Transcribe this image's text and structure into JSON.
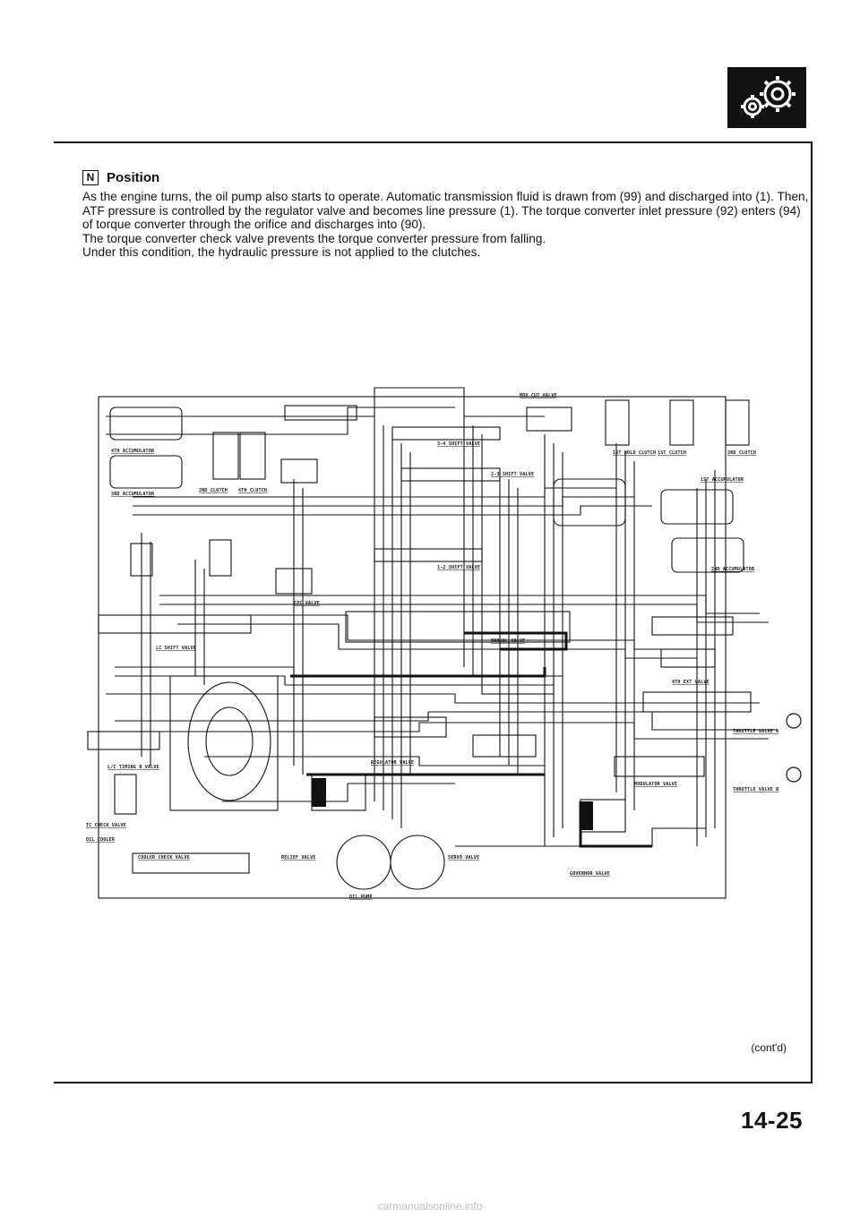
{
  "heading": {
    "mode_letter": "N",
    "title": "Position"
  },
  "paragraphs": [
    "As the engine turns, the oil pump also starts to operate. Automatic transmission fluid is drawn from (99) and discharged into (1). Then, ATF pressure is controlled by the regulator valve and becomes line pressure (1). The torque converter inlet pressure (92) enters (94) of torque converter through the orifice and discharges into (90).",
    "The torque converter check valve prevents the torque converter pressure from falling.",
    "Under this condition, the hydraulic pressure is not applied to the clutches."
  ],
  "diagram_labels": {
    "accum_4th": "4TH ACCUMULATOR",
    "accum_3rd": "3RD ACCUMULATOR",
    "clutch_2nd": "2ND CLUTCH",
    "clutch_4th": "4TH CLUTCH",
    "valve_cut": "MOV CUT VALVE",
    "valve_34": "3-4 SHIFT VALVE",
    "valve_23": "2-3 SHIFT VALVE",
    "valve_12": "1-2 SHIFT VALVE",
    "hold_clutch": "1ST HOLD CLUTCH",
    "clutch_1st": "1ST CLUTCH",
    "clutch_3rd": "3RD CLUTCH",
    "accum_1st": "1ST ACCUMULATOR",
    "accum_2nd": "2ND ACCUMULATOR",
    "cpc_valve": "CPC VALVE",
    "manual_valve": "MANUAL VALVE",
    "ext_valve": "4TH EXT VALVE",
    "throttle_a": "THROTTLE VALVE A",
    "throttle_b": "THROTTLE VALVE B",
    "modulator": "MODULATOR VALVE",
    "regulator": "REGULATOR VALVE",
    "relief": "RELIEF VALVE",
    "oil_pump": "OIL PUMP",
    "servo": "SERVO VALVE",
    "governor": "GOVERNOR VALVE",
    "lc_timing": "L/C TIMING B VALVE",
    "tc_check": "TC CHECK VALVE",
    "oil_cooler": "OIL COOLER",
    "cooler_check": "COOLER CHECK VALVE",
    "shift_valve": "LC SHIFT VALVE"
  },
  "contd": "(cont'd)",
  "page_number": "14-25",
  "watermark": "carmanualsonline.info"
}
